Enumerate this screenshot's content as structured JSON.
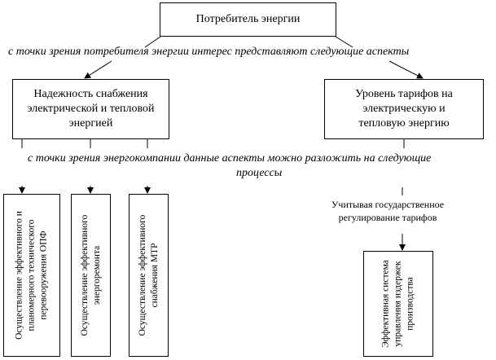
{
  "top": {
    "title": "Потребитель энергии"
  },
  "consumer_view_label": "с точки зрения потребителя энергии интерес представляют следующие аспекты",
  "aspects": [
    {
      "label": "Надежность снабжения электрической и тепловой энергией"
    },
    {
      "label": "Уровень тарифов на электрическую и тепловую энергию"
    }
  ],
  "company_view_label": {
    "line1": "с точки зрения энергокомпании данные аспекты можно разложить на следующие",
    "line2": "процессы"
  },
  "processes": [
    {
      "label": "Осуществление эффективного и планомерного технического перевооружения ОПФ"
    },
    {
      "label": "Осуществление эффективного энергоремонта"
    },
    {
      "label": "Осуществление эффективного снабжения МТР"
    },
    {
      "label": "Эффективная система управления издержек производства"
    }
  ],
  "regulation_label": "Учитывая государственное регулирование тарифов"
}
